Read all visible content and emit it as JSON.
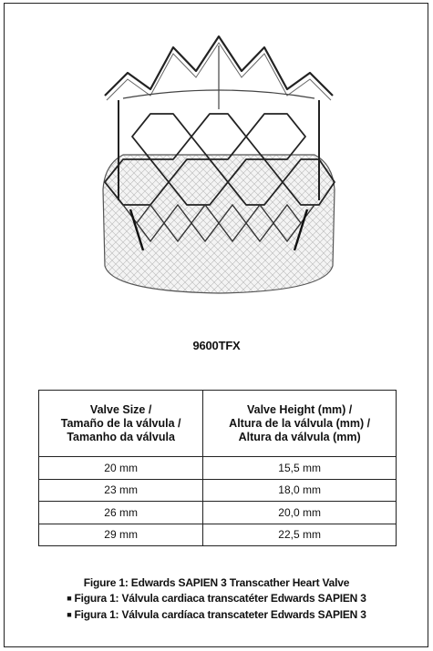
{
  "figure": {
    "model_code": "9600TFX",
    "illustration_icon": "transcatheter-heart-valve-drawing"
  },
  "table": {
    "headers": [
      [
        "Valve Size /",
        "Tamaño de la válvula /",
        "Tamanho da válvula"
      ],
      [
        "Valve Height (mm) /",
        "Altura de la válvula (mm) /",
        "Altura da válvula (mm)"
      ]
    ],
    "rows": [
      [
        "20 mm",
        "15,5 mm"
      ],
      [
        "23 mm",
        "18,0 mm"
      ],
      [
        "26 mm",
        "20,0 mm"
      ],
      [
        "29 mm",
        "22,5 mm"
      ]
    ]
  },
  "caption": {
    "line1": "Figure 1: Edwards SAPIEN 3 Transcather Heart Valve",
    "line2": "Figura 1: Válvula cardiaca transcatéter Edwards SAPIEN 3",
    "line3": "Figura 1: Válvula cardíaca transcateter Edwards SAPIEN 3",
    "bullet": "■"
  }
}
